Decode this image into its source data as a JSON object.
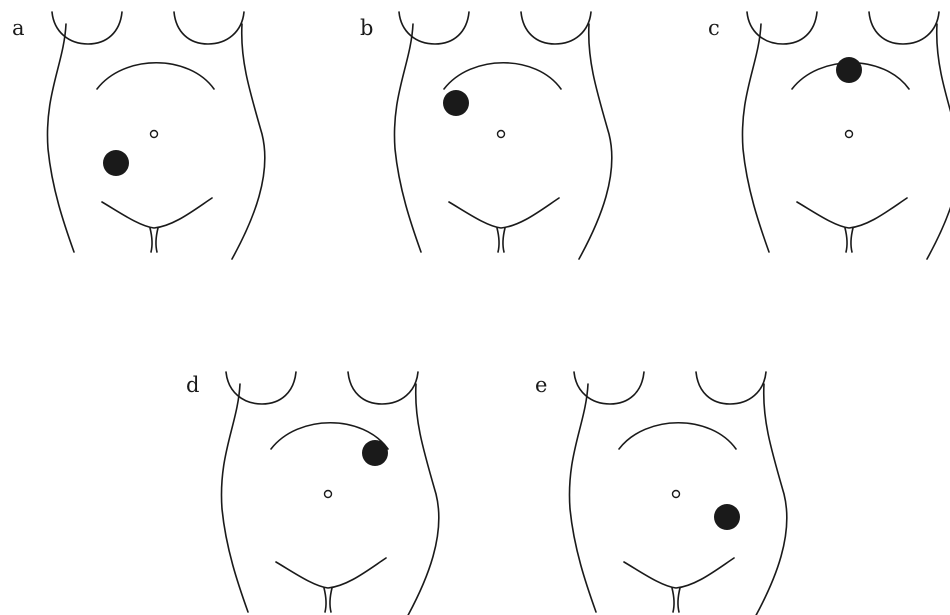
{
  "figure": {
    "colors": {
      "line": "#1a1a1a",
      "marker": "#1a1a1a",
      "background": "#ffffff"
    },
    "panels": [
      {
        "id": "a",
        "label": "a",
        "marker_region": "lower-right"
      },
      {
        "id": "b",
        "label": "b",
        "marker_region": "upper-right"
      },
      {
        "id": "c",
        "label": "c",
        "marker_region": "epigastric"
      },
      {
        "id": "d",
        "label": "d",
        "marker_region": "upper-left"
      },
      {
        "id": "e",
        "label": "e",
        "marker_region": "lower-left"
      }
    ]
  }
}
